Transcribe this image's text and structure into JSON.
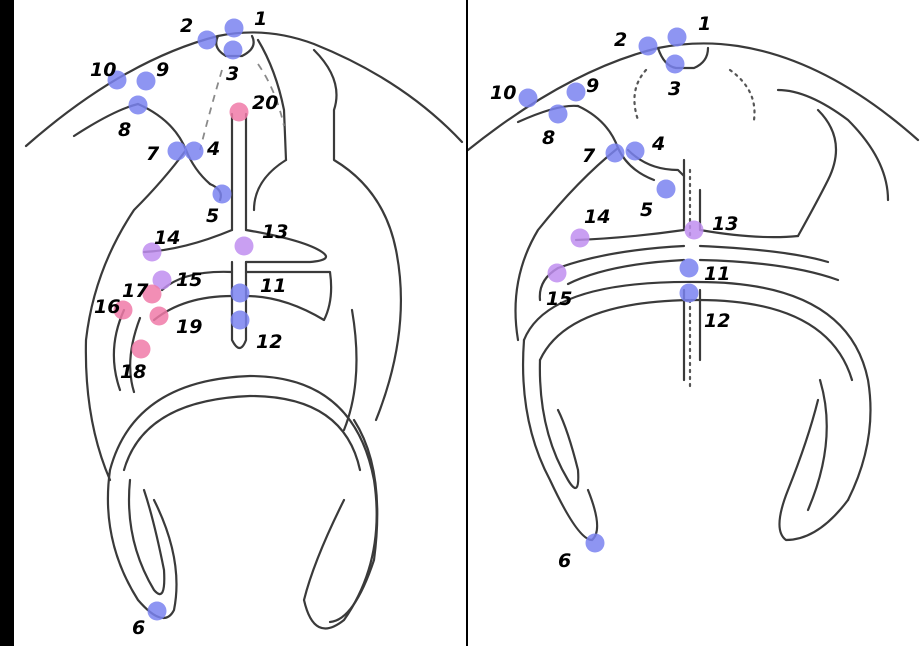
{
  "colors": {
    "blue": "#7a82f0",
    "purple": "#c08ef0",
    "pink": "#f07aa8",
    "outline": "#3a3a3a",
    "background": "#000000",
    "panel": "#ffffff"
  },
  "left_panel": {
    "landmarks": [
      {
        "label": "1",
        "color": "blue"
      },
      {
        "label": "2",
        "color": "blue"
      },
      {
        "label": "3",
        "color": "blue"
      },
      {
        "label": "4",
        "color": "blue"
      },
      {
        "label": "5",
        "color": "blue"
      },
      {
        "label": "6",
        "color": "blue"
      },
      {
        "label": "7",
        "color": "blue"
      },
      {
        "label": "8",
        "color": "blue"
      },
      {
        "label": "9",
        "color": "blue"
      },
      {
        "label": "10",
        "color": "blue"
      },
      {
        "label": "11",
        "color": "blue"
      },
      {
        "label": "12",
        "color": "blue"
      },
      {
        "label": "13",
        "color": "purple"
      },
      {
        "label": "14",
        "color": "purple"
      },
      {
        "label": "15",
        "color": "purple"
      },
      {
        "label": "16",
        "color": "pink"
      },
      {
        "label": "17",
        "color": "pink"
      },
      {
        "label": "18",
        "color": "pink"
      },
      {
        "label": "19",
        "color": "pink"
      },
      {
        "label": "20",
        "color": "pink"
      }
    ]
  },
  "right_panel": {
    "landmarks": [
      {
        "label": "1",
        "color": "blue"
      },
      {
        "label": "2",
        "color": "blue"
      },
      {
        "label": "3",
        "color": "blue"
      },
      {
        "label": "4",
        "color": "blue"
      },
      {
        "label": "5",
        "color": "blue"
      },
      {
        "label": "6",
        "color": "blue"
      },
      {
        "label": "7",
        "color": "blue"
      },
      {
        "label": "8",
        "color": "blue"
      },
      {
        "label": "9",
        "color": "blue"
      },
      {
        "label": "10",
        "color": "blue"
      },
      {
        "label": "11",
        "color": "blue"
      },
      {
        "label": "12",
        "color": "blue"
      },
      {
        "label": "13",
        "color": "purple"
      },
      {
        "label": "14",
        "color": "purple"
      },
      {
        "label": "15",
        "color": "purple"
      }
    ]
  }
}
